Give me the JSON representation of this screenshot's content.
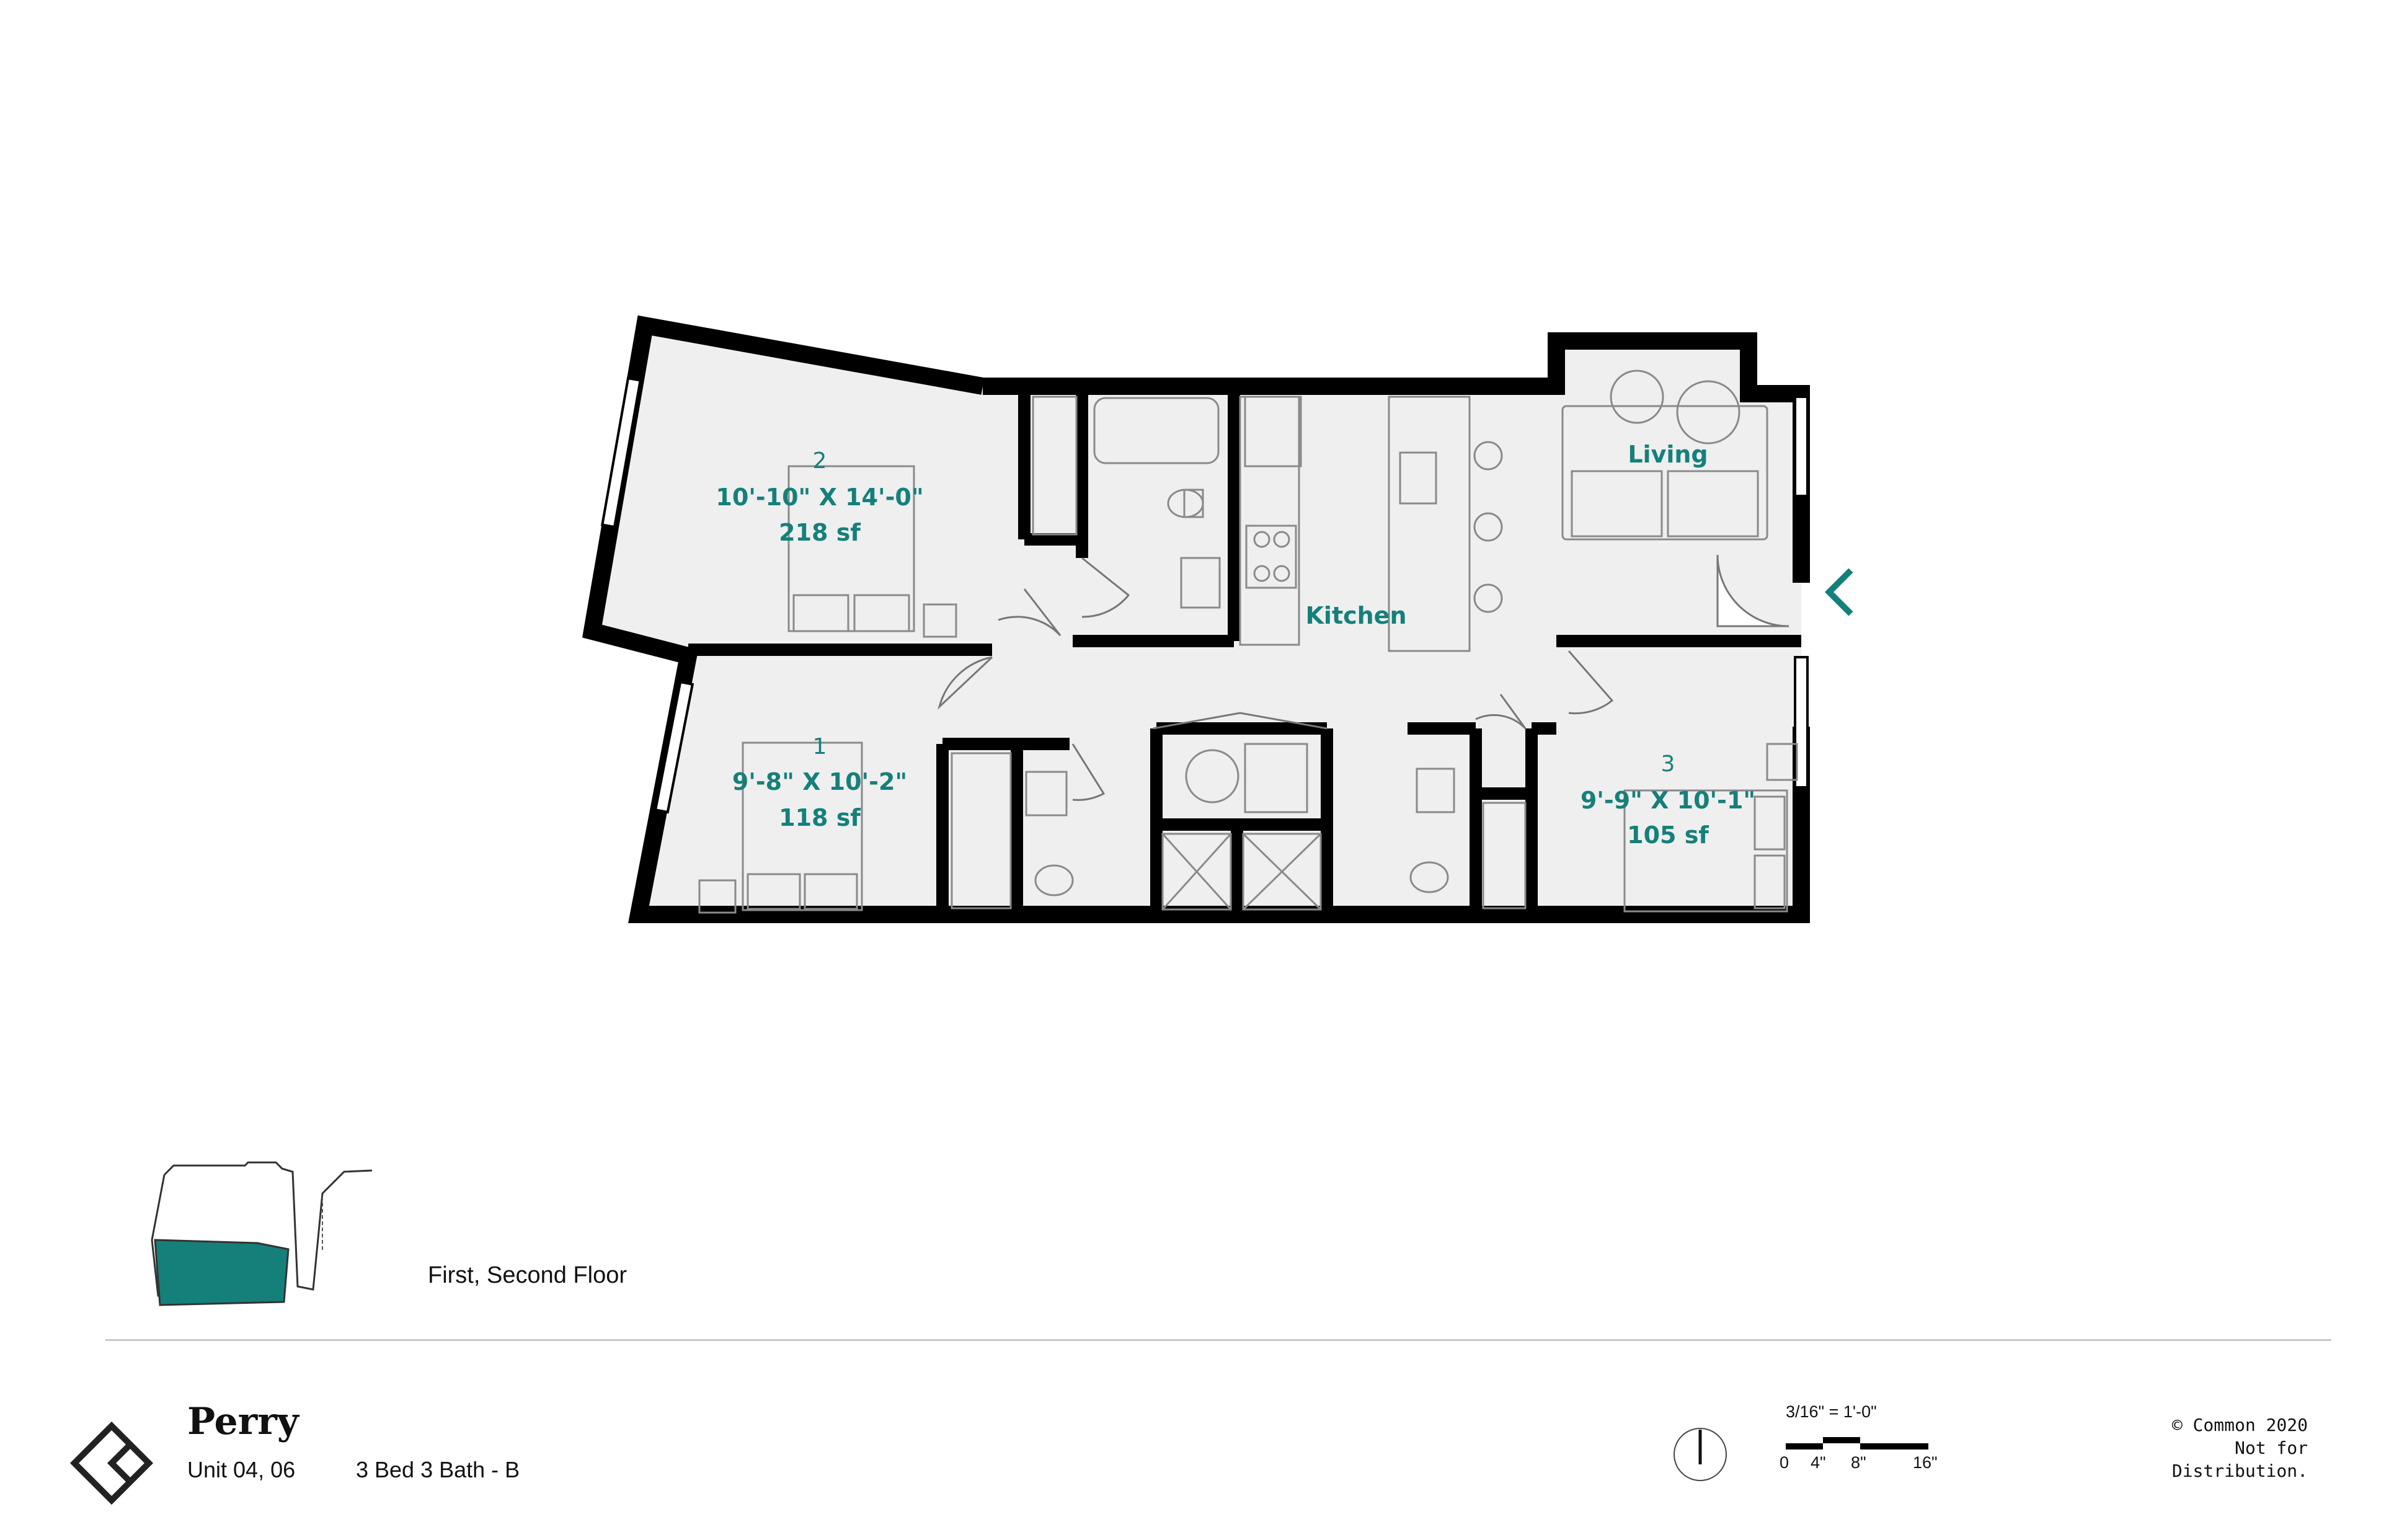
{
  "rooms": [
    {
      "id": "bedroom-2",
      "number": "2",
      "dimensions": "10'-10\" X 14'-0\"",
      "area": "218 sf"
    },
    {
      "id": "bedroom-1",
      "number": "1",
      "dimensions": "9'-8\" X 10'-2\"",
      "area": "118 sf"
    },
    {
      "id": "bedroom-3",
      "number": "3",
      "dimensions": "9'-9\" X 10'-1\"",
      "area": "105 sf"
    }
  ],
  "labels": {
    "living": "Living",
    "kitchen": "Kitchen"
  },
  "floor_label": "First, Second Floor",
  "footer": {
    "brand": "Perry",
    "unit": "Unit 04, 06",
    "bed_bath": "3 Bed 3 Bath - B",
    "scale": "3/16\" = 1'-0\"",
    "scale_ticks": [
      "0",
      "4\"",
      "8\"",
      "16\""
    ],
    "copyright": "© Common 2020\nNot for\nDistribution."
  },
  "colors": {
    "accent": "#15807a",
    "wall": "#000000",
    "floor": "#efefef",
    "fixture_stroke": "#8a8a8a"
  },
  "icons": {
    "entry_arrow": "chevron-left-icon",
    "logo": "common-logo-icon",
    "north_arrow": "north-arrow-icon"
  }
}
